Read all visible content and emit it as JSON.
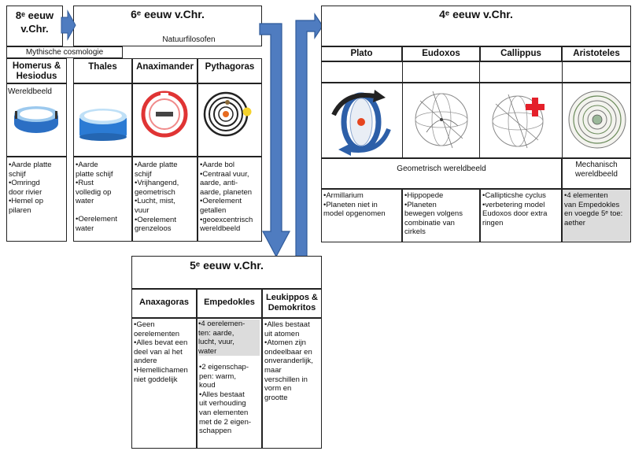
{
  "eras": {
    "e8": "8ᵉ eeuw\nv.Chr.",
    "e6": "6ᵉ eeuw v.Chr.",
    "e6_sub": "Natuurfilosofen",
    "e4": "4ᵉ eeuw v.Chr.",
    "e5": "5ᵉ eeuw v.Chr."
  },
  "mythische": "Mythische cosmologie",
  "left": {
    "homerus": {
      "name": "Homerus &\nHesiodus",
      "label": "Wereldbeeld",
      "bullets": [
        "•Aarde platte\nschijf",
        "•Omringd\ndoor rivier",
        "•Hemel op\npilaren"
      ]
    },
    "thales": {
      "name": "Thales",
      "bullets": [
        "•Aarde\nplatte schijf",
        "•Rust\nvolledig op\nwater",
        "",
        "•Oerelement\nwater"
      ]
    },
    "anaximander": {
      "name": "Anaximander",
      "bullets": [
        "•Aarde platte\nschijf",
        "•Vrijhangend,\ngeometrisch",
        "•Lucht, mist,\nvuur",
        "•Oerelement\ngrenzeloos"
      ]
    },
    "pythagoras": {
      "name": "Pythagoras",
      "bullets": [
        "•Aarde bol",
        "•Centraal vuur,\naarde, anti-\naarde, planeten",
        "•Oerelement\ngetallen",
        "•geoexcentrisch\nwereldbeeld"
      ]
    }
  },
  "right": {
    "plato": {
      "name": "Plato",
      "bullets": [
        "•Armillarium",
        "•Planeten niet in\nmodel opgenomen"
      ]
    },
    "eudoxos": {
      "name": "Eudoxos",
      "bullets": [
        "•Hippopede",
        "•Planeten\nbewegen volgens\ncombinatie van\ncirkels"
      ]
    },
    "callippus": {
      "name": "Callippus",
      "bullets": [
        "•Callipticshe cyclus",
        "•verbetering model\nEudoxos door extra\nringen"
      ]
    },
    "aristoteles": {
      "name": "Aristoteles",
      "bullets": [
        "•4 elementen\nvan Empedokles\nen voegde 5ᵉ toe:\naether"
      ]
    },
    "geometrisch": "Geometrisch wereldbeeld",
    "mechanisch": "Mechanisch\nwereldbeeld"
  },
  "bottom": {
    "anaxagoras": {
      "name": "Anaxagoras",
      "bullets": [
        "•Geen\noerelementen",
        "•Alles bevat een\ndeel van al het\nandere",
        "•Hemellichamen\nniet goddelijk"
      ]
    },
    "empedokles": {
      "name": "Empedokles",
      "bullets_shaded": "•4 oerelemen-\nten: aarde,\nlucht, vuur,\nwater",
      "bullets": [
        "•2 eigenschap-\npen: warm,\nkoud",
        "•Alles bestaat\nuit verhouding\nvan elementen\nmet de 2 eigen-\nschappen"
      ]
    },
    "leukippos": {
      "name": "Leukippos &\nDemokritos",
      "bullets": [
        "•Alles bestaat\nuit atomen",
        "•Atomen zijn\nondeelbaar en\nonveranderlijk,\nmaar\nverschillen in\nvorm en\ngrootte"
      ]
    }
  },
  "colors": {
    "arrow": "#4f7cc0",
    "arrow_dark": "#2f5a9a",
    "shade": "#dcdcdc"
  }
}
